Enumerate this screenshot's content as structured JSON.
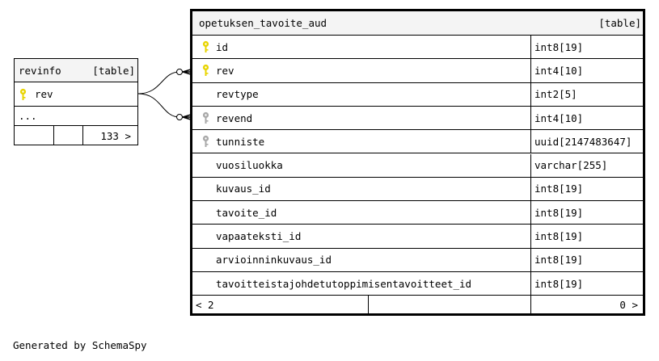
{
  "revinfo": {
    "name": "revinfo",
    "kind": "[table]",
    "columns": [
      {
        "name": "rev",
        "key": "primary"
      }
    ],
    "more": "...",
    "footer": {
      "right": "133 >"
    }
  },
  "aud": {
    "name": "opetuksen_tavoite_aud",
    "kind": "[table]",
    "columns": [
      {
        "name": "id",
        "type": "int8[19]",
        "key": "primary"
      },
      {
        "name": "rev",
        "type": "int4[10]",
        "key": "primary"
      },
      {
        "name": "revtype",
        "type": "int2[5]",
        "key": "none"
      },
      {
        "name": "revend",
        "type": "int4[10]",
        "key": "foreign"
      },
      {
        "name": "tunniste",
        "type": "uuid[2147483647]",
        "key": "foreign"
      },
      {
        "name": "vuosiluokka",
        "type": "varchar[255]",
        "key": "none"
      },
      {
        "name": "kuvaus_id",
        "type": "int8[19]",
        "key": "none"
      },
      {
        "name": "tavoite_id",
        "type": "int8[19]",
        "key": "none"
      },
      {
        "name": "vapaateksti_id",
        "type": "int8[19]",
        "key": "none"
      },
      {
        "name": "arvioinninkuvaus_id",
        "type": "int8[19]",
        "key": "none"
      },
      {
        "name": "tavoitteistajohdetutoppimisentavoitteet_id",
        "type": "int8[19]",
        "key": "none"
      }
    ],
    "footer": {
      "left": "< 2",
      "right": "0 >"
    }
  },
  "colors": {
    "primary_key": "#e8d400",
    "foreign_key": "#a9a9a9",
    "header_bg": "#f4f4f4"
  },
  "footer_text": "Generated by SchemaSpy"
}
